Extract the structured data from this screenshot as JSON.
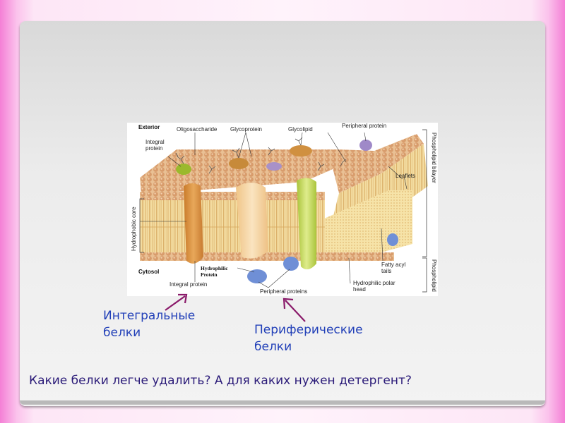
{
  "diagram": {
    "exterior": "Exterior",
    "cytosol": "Cytosol",
    "oligosaccharide": "Oligosaccharide",
    "glycoprotein": "Glycoprotein",
    "glycolipid": "Glycolipid",
    "peripheral_protein": "Peripheral protein",
    "integral_protein_top_1": "Integral",
    "integral_protein_top_2": "protein",
    "leaflets": "Leaflets",
    "hydrophobic_core": "Hydrophobic core",
    "phospholipid_bilayer": "Phospholipid bilayer",
    "phospholipid": "Phospholipid",
    "fatty_acyl_1": "Fatty acyl",
    "fatty_acyl_2": "tails",
    "hydrophilic_head_1": "Hydrophilic polar",
    "hydrophilic_head_2": "head",
    "hydrophilic_protein_1": "Hydrophilic",
    "hydrophilic_protein_2": "Protein",
    "integral_protein_bottom": "Integral protein",
    "peripheral_proteins": "Peripheral proteins"
  },
  "captions": {
    "integral_1": "Интегральные",
    "integral_2": "белки",
    "peripheral_1": "Периферические",
    "peripheral_2": "белки"
  },
  "question": "Какие белки легче удалить? А для каких нужен детергент?",
  "colors": {
    "caption": "#2240b8",
    "question": "#2a1a78",
    "arrow": "#8a1a6a",
    "heads": "#d9a273",
    "tails": "#e8c478",
    "integral_orange": "#d9923f",
    "integral_pale": "#f4cf96",
    "integral_green": "#c8dc55",
    "peripheral_blue": "#6f8fd6"
  }
}
